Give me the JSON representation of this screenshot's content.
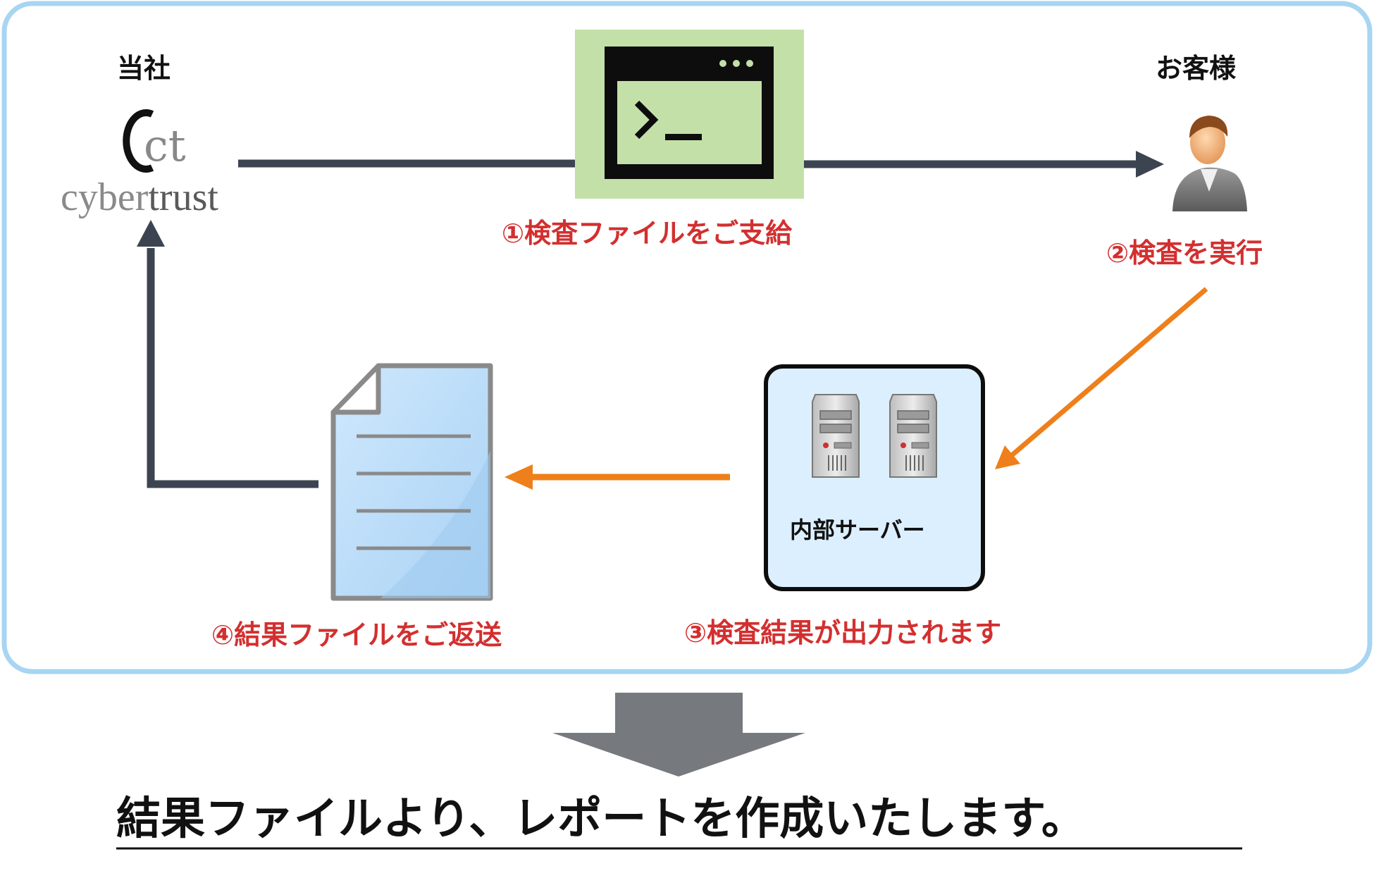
{
  "parties": {
    "company_label": "当社",
    "customer_label": "お客様"
  },
  "logo": {
    "mark": "ct",
    "wordmark_light": "cyber",
    "wordmark_dark": "trust"
  },
  "icons": {
    "terminal": "terminal-window-icon",
    "customer": "person-avatar-icon",
    "server": "server-tower-icon",
    "document": "document-file-icon"
  },
  "server_box": {
    "label": "内部サーバー"
  },
  "steps": [
    {
      "label": "①検査ファイルをご支給"
    },
    {
      "label": "②検査を実行"
    },
    {
      "label": "③検査結果が出力されます"
    },
    {
      "label": "④結果ファイルをご返送"
    }
  ],
  "conclusion": "結果ファイルより、レポートを作成いたします。",
  "colors": {
    "panel_border": "#a7d5f2",
    "dark_arrow": "#3d4451",
    "orange_arrow": "#ee7f1a",
    "step_text": "#d32f2f",
    "terminal_bg": "#c3e0a9",
    "server_box_bg": "#dcefff",
    "document_fill": "#bfe0fb",
    "big_arrow": "#76797e"
  }
}
